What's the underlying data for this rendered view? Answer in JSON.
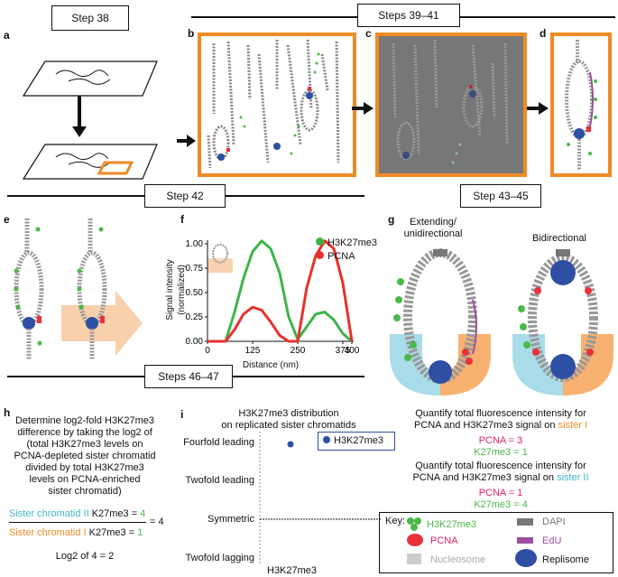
{
  "steps": {
    "s38": "Step 38",
    "s39_41": "Steps 39–41",
    "s42": "Step 42",
    "s43_45": "Step 43–45",
    "s46_47": "Steps 46–47"
  },
  "panels": {
    "a": "a",
    "b": "b",
    "c": "c",
    "d": "d",
    "e": "e",
    "f": "f",
    "g": "g",
    "h": "h",
    "i": "i"
  },
  "colors": {
    "orange": "#f08a24",
    "green": "#4bb848",
    "red": "#e8313a",
    "blue": "#2f4fa5",
    "purple": "#9a4fa0",
    "gray": "#7a7a7a",
    "lightblue": "#9fd8e6",
    "peach": "#f7c89d",
    "teal": "#3fb4c8"
  },
  "panel_f": {
    "ylabel_line1": "Signal intensity",
    "ylabel_line2": "(normalized)",
    "xlabel": "Distance (nm)",
    "yticks": [
      "0.00",
      "0.25",
      "0.50",
      "0.75",
      "1.00"
    ],
    "xticks": [
      "0",
      "125",
      "250",
      "375",
      "400"
    ],
    "legend": [
      {
        "label": "H3K27me3",
        "color": "#3cb44b"
      },
      {
        "label": "PCNA",
        "color": "#e8312a"
      }
    ]
  },
  "chart_data": {
    "type": "line",
    "xlabel": "Distance (nm)",
    "ylabel": "Signal intensity (normalized)",
    "xlim": [
      0,
      400
    ],
    "ylim": [
      0,
      1.0
    ],
    "series": [
      {
        "name": "H3K27me3",
        "color": "#3cb44b",
        "x": [
          0,
          25,
          50,
          75,
          100,
          125,
          150,
          175,
          200,
          225,
          250,
          275,
          300,
          325,
          350,
          375,
          400
        ],
        "y": [
          0.0,
          0.0,
          0.0,
          0.3,
          0.65,
          0.92,
          1.03,
          0.95,
          0.7,
          0.25,
          0.02,
          0.15,
          0.28,
          0.3,
          0.22,
          0.08,
          0.0
        ]
      },
      {
        "name": "PCNA",
        "color": "#e8312a",
        "x": [
          0,
          25,
          50,
          75,
          100,
          125,
          150,
          175,
          200,
          225,
          250,
          275,
          300,
          325,
          350,
          375,
          400
        ],
        "y": [
          0.0,
          0.0,
          0.0,
          0.12,
          0.28,
          0.35,
          0.32,
          0.2,
          0.06,
          0.0,
          0.0,
          0.55,
          0.88,
          1.03,
          0.95,
          0.6,
          0.0
        ]
      }
    ]
  },
  "panel_g": {
    "title_left_1": "Extending/",
    "title_left_2": "unidirectional",
    "title_right": "Bidirectional",
    "q1_line1": "Quantify total fluorescence intensity for",
    "q1_line2_pre": "PCNA and H3K27me3 signal on ",
    "q1_line2_hl": "sister I",
    "q1_pcna": "PCNA = 3",
    "q1_k27": "K27me3 = 1",
    "q2_line1": "Quantify total fluorescence intensity for",
    "q2_line2_pre": "PCNA and H3K27me3 signal on ",
    "q2_line2_hl": "sister II",
    "q2_pcna": "PCNA = 1",
    "q2_k27": "K27me3 = 4"
  },
  "panel_h": {
    "line1": "Determine log2-fold H3K27me3",
    "line2": "difference by taking the log2 of",
    "line3": "(total H3K27me3 levels on",
    "line4": "PCNA-depleted sister chromatid",
    "line5": "divided by total H3K27me3",
    "line6": "levels on PCNA-enriched",
    "line7": "sister chromatid)",
    "num_label": "Sister chromatid II",
    "num_rest": " K27me3 = ",
    "num_val": "4",
    "den_label": "Sister chromatid I",
    "den_rest": " K27me3 = ",
    "den_val": "1",
    "eq": "= 4",
    "result": "Log2 of 4 = 2"
  },
  "panel_i": {
    "title_1": "H3K27me3 distribution",
    "title_2": "on replicated sister chromatids",
    "ylabels": [
      "Fourfold leading",
      "Twofold leading",
      "Symmetric",
      "Twofold lagging"
    ],
    "xlabel": "H3K27me3",
    "legend": "H3K27me3"
  },
  "key": {
    "title": "Key:",
    "items": [
      {
        "label": "H3K27me3",
        "color": "#4bb848"
      },
      {
        "label": "DAPI",
        "color": "#777777"
      },
      {
        "label": "PCNA",
        "color": "#e0245e"
      },
      {
        "label": "EdU",
        "color": "#9a4fa0"
      },
      {
        "label": "Nucleosome",
        "color": "#bbbbbb"
      },
      {
        "label": "Replisome",
        "color": "#2f4fa5"
      }
    ]
  }
}
